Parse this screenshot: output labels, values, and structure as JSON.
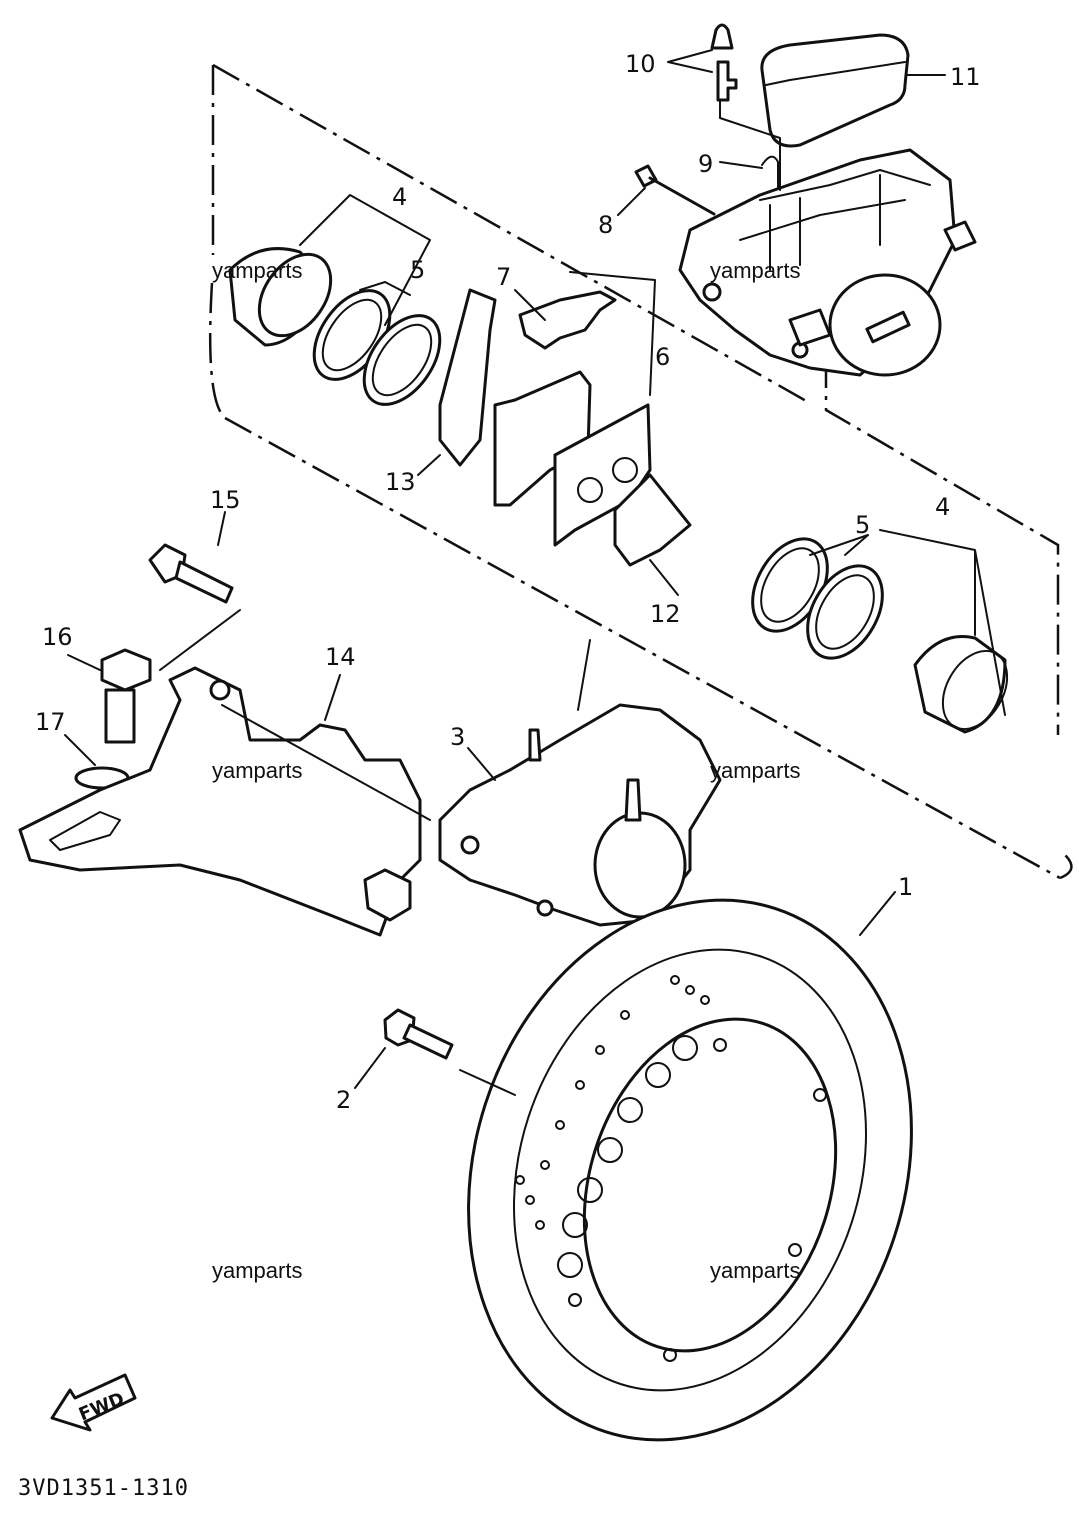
{
  "diagram_code": "3VD1351-1310",
  "watermark": "yamparts",
  "direction_label": "FWD",
  "callouts": [
    "1",
    "2",
    "3",
    "4",
    "5",
    "6",
    "7",
    "8",
    "9",
    "10",
    "11",
    "12",
    "13",
    "14",
    "15",
    "16",
    "17"
  ]
}
